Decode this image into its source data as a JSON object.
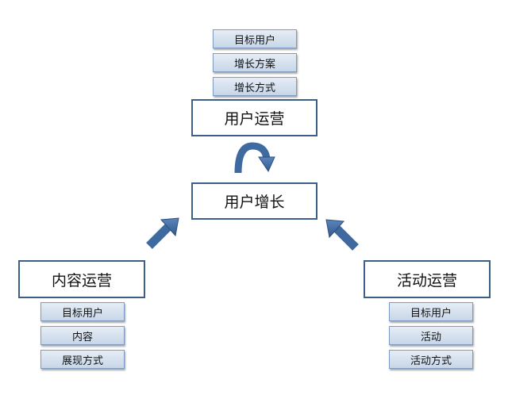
{
  "top": {
    "title": "用户运营",
    "tags": [
      "目标用户",
      "增长方案",
      "增长方式"
    ]
  },
  "center": {
    "title": "用户增长"
  },
  "left": {
    "title": "内容运营",
    "tags": [
      "目标用户",
      "内容",
      "展现方式"
    ]
  },
  "right": {
    "title": "活动运营",
    "tags": [
      "目标用户",
      "活动",
      "活动方式"
    ]
  },
  "colors": {
    "box_border": "#3c5f8a",
    "arrow_fill": "#3f6aa0",
    "tag_fill": "#d6e1ee"
  }
}
